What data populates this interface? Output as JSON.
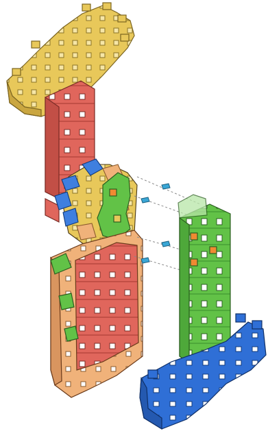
{
  "figure": {
    "kind": "exploded-assembly-illustration",
    "parts": [
      {
        "id": "top-yellow-cap",
        "color": "#e8c85a"
      },
      {
        "id": "red-column",
        "color": "#e0665c"
      },
      {
        "id": "middle-blue-yellow-cluster",
        "color": "#e8c85a"
      },
      {
        "id": "green-insert-panel",
        "color": "#62c247"
      },
      {
        "id": "bottom-orange-red-slab",
        "color": "#f0b27a"
      },
      {
        "id": "green-tower",
        "color": "#62c247"
      },
      {
        "id": "blue-base",
        "color": "#2f6fd6"
      }
    ],
    "connector_count": 4,
    "connector_color": "#3aa7d6",
    "highlight_color": "#f08a32"
  }
}
